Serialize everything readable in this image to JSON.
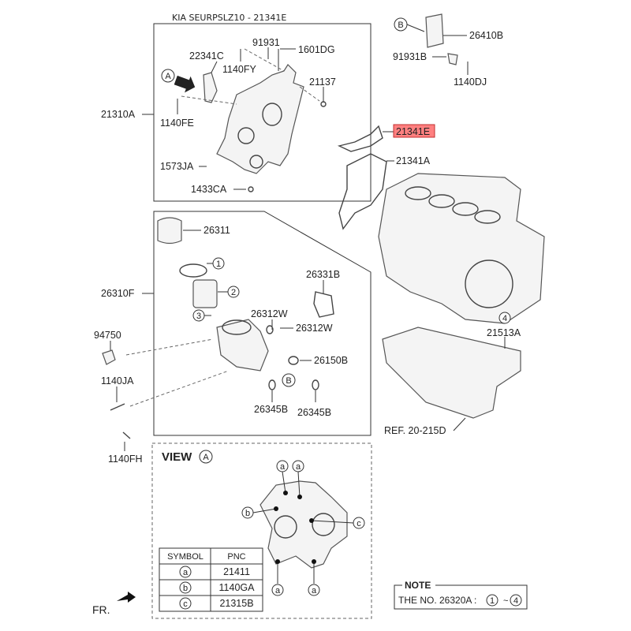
{
  "title": "KIA SEURPSLZ10 - 21341E",
  "highlight_color": "#ff8080",
  "labels": {
    "p91931": "91931",
    "p1601DG": "1601DG",
    "p22341C": "22341C",
    "p1140FY": "1140FY",
    "p21137": "21137",
    "p21310A": "21310A",
    "p1140FE": "1140FE",
    "p1573JA": "1573JA",
    "p1433CA": "1433CA",
    "p26410B": "26410B",
    "p91931B": "91931B",
    "p1140DJ": "1140DJ",
    "p21341E": "21341E",
    "p21341A": "21341A",
    "p26311": "26311",
    "p26310F": "26310F",
    "p26331B": "26331B",
    "p26312W_1": "26312W",
    "p26312W_2": "26312W",
    "p26150B": "26150B",
    "p26345B_1": "26345B",
    "p26345B_2": "26345B",
    "p94750": "94750",
    "p1140JA": "1140JA",
    "p1140FH": "1140FH",
    "p21513A": "21513A",
    "ref": "REF. 20-215D",
    "fr": "FR."
  },
  "callouts": {
    "A": "A",
    "B": "B",
    "n1": "1",
    "n2": "2",
    "n3": "3",
    "n4": "4",
    "a": "a",
    "b": "b",
    "c": "c"
  },
  "view": {
    "label": "VIEW",
    "symbol": "A"
  },
  "symbol_table": {
    "headers": [
      "SYMBOL",
      "PNC"
    ],
    "rows": [
      {
        "symbol": "a",
        "pnc": "21411"
      },
      {
        "symbol": "b",
        "pnc": "1140GA"
      },
      {
        "symbol": "c",
        "pnc": "21315B"
      }
    ]
  },
  "note": {
    "heading": "NOTE",
    "text": "THE NO. 26320A :",
    "from": "1",
    "sep": "~",
    "to": "4"
  }
}
